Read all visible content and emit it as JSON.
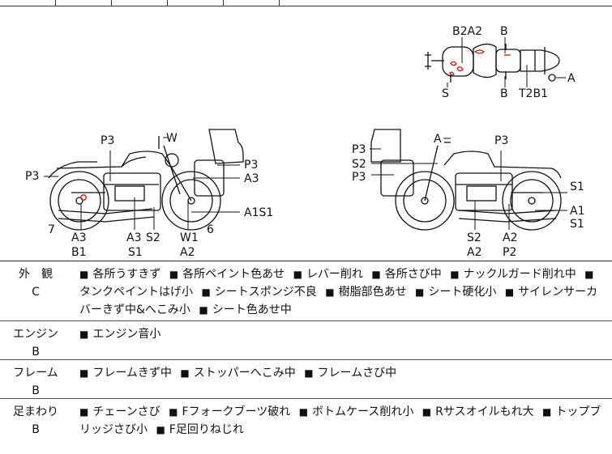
{
  "diagram": {
    "top_view": {
      "labels": {
        "b2a2": "B2A2",
        "b_top": "B",
        "a": "A",
        "s": "S",
        "b_bottom": "B",
        "t2b1": "T2B1"
      }
    },
    "left_view": {
      "labels": {
        "w": "W",
        "p3_top": "P3",
        "p3_left": "P3",
        "p3_right": "P3",
        "a3_right": "A3",
        "a1s1": "A1S1",
        "seven": "7",
        "six": "6",
        "a3_low": "A3",
        "b1": "B1",
        "a3_mid": "A3",
        "s2": "S2",
        "s1": "S1",
        "w1": "W1",
        "a2": "A2"
      }
    },
    "right_view": {
      "labels": {
        "a": "A",
        "p3_top": "P3",
        "p3_l1": "P3",
        "s2_l": "S2",
        "p3_l2": "P3",
        "s1_r": "S1",
        "a1": "A1",
        "s1_r2": "S1",
        "s2_b": "S2",
        "a2_b": "A2",
        "a2_b2": "A2",
        "p2": "P2"
      }
    }
  },
  "rows": [
    {
      "category": "外　観",
      "grade": "C",
      "items": [
        "各所うすきず",
        "各所ペイント色あせ",
        "レバー削れ",
        "各所さび中",
        "ナックルガード削れ中",
        "タンクペイントはげ小",
        "シートスポンジ不良",
        "樹脂部色あせ",
        "シート硬化小",
        "サイレンサーカバーきず中&へこみ小",
        "シート色あせ中"
      ]
    },
    {
      "category": "エンジン",
      "grade": "B",
      "items": [
        "エンジン音小"
      ]
    },
    {
      "category": "フレーム",
      "grade": "B",
      "items": [
        "フレームきず中",
        "ストッパーへこみ中",
        "フレームさび中"
      ]
    },
    {
      "category": "足まわり",
      "grade": "B",
      "items": [
        "チェーンさび",
        "Fフォークブーツ破れ",
        "ボトムケース削れ小",
        "Rサスオイルもれ大",
        "トップブリッジさび小",
        "F足回りねじれ"
      ]
    }
  ],
  "bullet": "■",
  "colors": {
    "line": "#111111",
    "damage_mark": "#cc1a1a",
    "border": "#333333"
  }
}
